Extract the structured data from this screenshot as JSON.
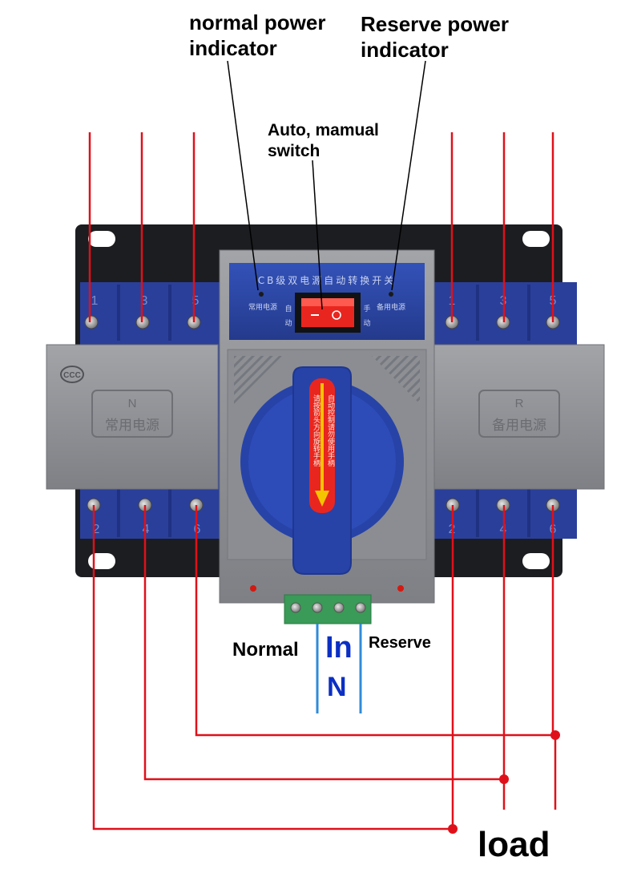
{
  "annotations": {
    "normal_indicator": [
      "normal power",
      "indicator"
    ],
    "reserve_indicator": [
      "Reserve power",
      "indicator"
    ],
    "auto_manual": [
      "Auto, mamual",
      "switch"
    ],
    "normal": "Normal",
    "reserve": "Reserve",
    "in_label": "In",
    "n_label": "N",
    "load": "load"
  },
  "device": {
    "panel_title": "CB级双电源自动转换开关",
    "left_indicator_label": "常用电源",
    "right_indicator_label": "备用电源",
    "auto_label": [
      "自",
      "动"
    ],
    "manual_label": [
      "手",
      "动"
    ],
    "left_box": [
      "N",
      "常用电源"
    ],
    "right_box": [
      "R",
      "备用电源"
    ],
    "knob_text_left": "请按箭头方向旋转手柄",
    "knob_text_right": "自动控制请勿使用手柄",
    "top_terminals": [
      "1",
      "3",
      "5"
    ],
    "bottom_terminals": [
      "2",
      "4",
      "6"
    ]
  },
  "colors": {
    "wire_red": "#e0101a",
    "wire_blue": "#2f8bd8",
    "body_blue": "#2a3f9a",
    "housing_gray": "#8d8f94",
    "knob_blue": "#2743a8",
    "terminal_green": "#3a9a57",
    "in_text": "#0b2fc4"
  }
}
